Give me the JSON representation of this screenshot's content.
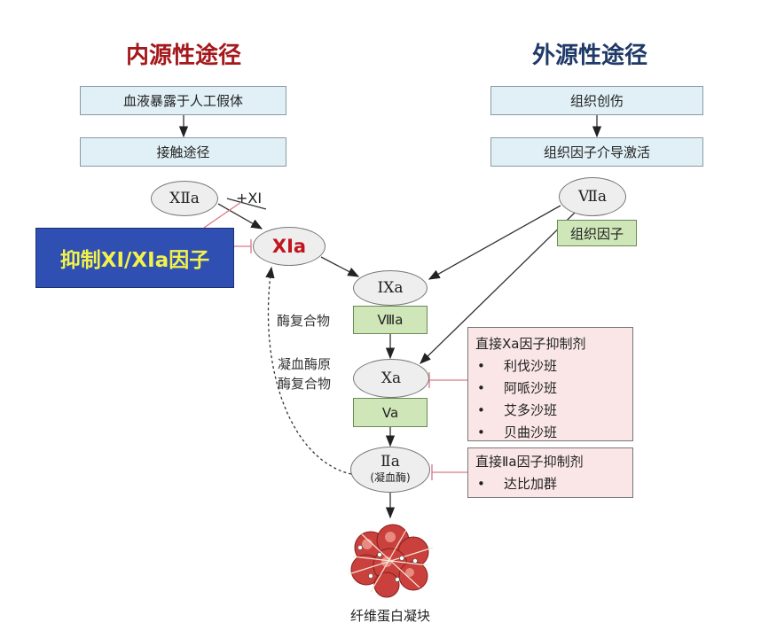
{
  "intrinsic": {
    "title": "内源性途径",
    "step1": "血液暴露于人工假体",
    "step2": "接触途径",
    "xiia": "XⅡa",
    "plus_xi": "+XI",
    "xia": "XIa",
    "inhibitor_label": "抑制XI/XIa因子"
  },
  "extrinsic": {
    "title": "外源性途径",
    "step1": "组织创伤",
    "step2": "组织因子介导激活",
    "viia": "Ⅶa",
    "tissue_factor": "组织因子"
  },
  "common": {
    "ixa": "IXa",
    "viiia": "Ⅷa",
    "tenase_label": "酶复合物",
    "prothrombinase_label_1": "凝血酶原",
    "prothrombinase_label_2": "酶复合物",
    "xa": "Xa",
    "va": "Va",
    "iia": "Ⅱa",
    "iia_sub": "(凝血酶)",
    "clot_label": "纤维蛋白凝块"
  },
  "xa_inhibitors": {
    "title": "直接Xa因子抑制剂",
    "items": [
      "利伐沙班",
      "阿哌沙班",
      "艾多沙班",
      "贝曲沙班"
    ]
  },
  "iia_inhibitors": {
    "title": "直接Ⅱa因子抑制剂",
    "items": [
      "达比加群"
    ]
  },
  "colors": {
    "intrinsic_title": "#a3191c",
    "extrinsic_title": "#1f3a68",
    "inhibitor_box": "#2f4fb3",
    "inhibitor_text": "#f2f24a",
    "xia_text": "#c0151f"
  }
}
